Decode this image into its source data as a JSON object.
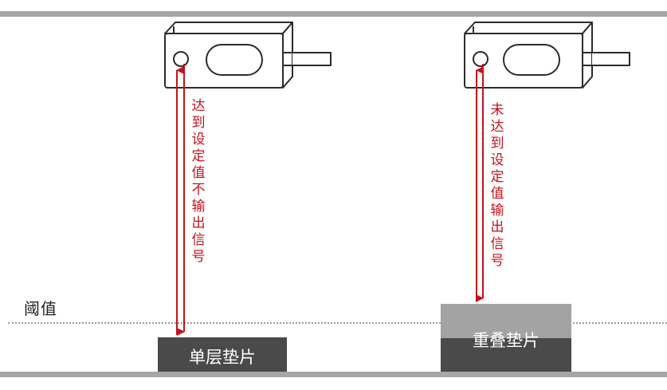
{
  "colors": {
    "rail": "#a6a6a6",
    "sensor_stroke": "#2b2b2b",
    "arrow": "#c4121a",
    "pad_dark": "#4a4a4a",
    "pad_light": "#a3a3a3",
    "label_text": "#ffffff"
  },
  "threshold": {
    "label": "阈值"
  },
  "left": {
    "signal_text": "达到设定值不输出信号",
    "pad_label": "单层垫片"
  },
  "right": {
    "signal_text": "未达到设定值输出信号",
    "pad_label": "重叠垫片"
  }
}
